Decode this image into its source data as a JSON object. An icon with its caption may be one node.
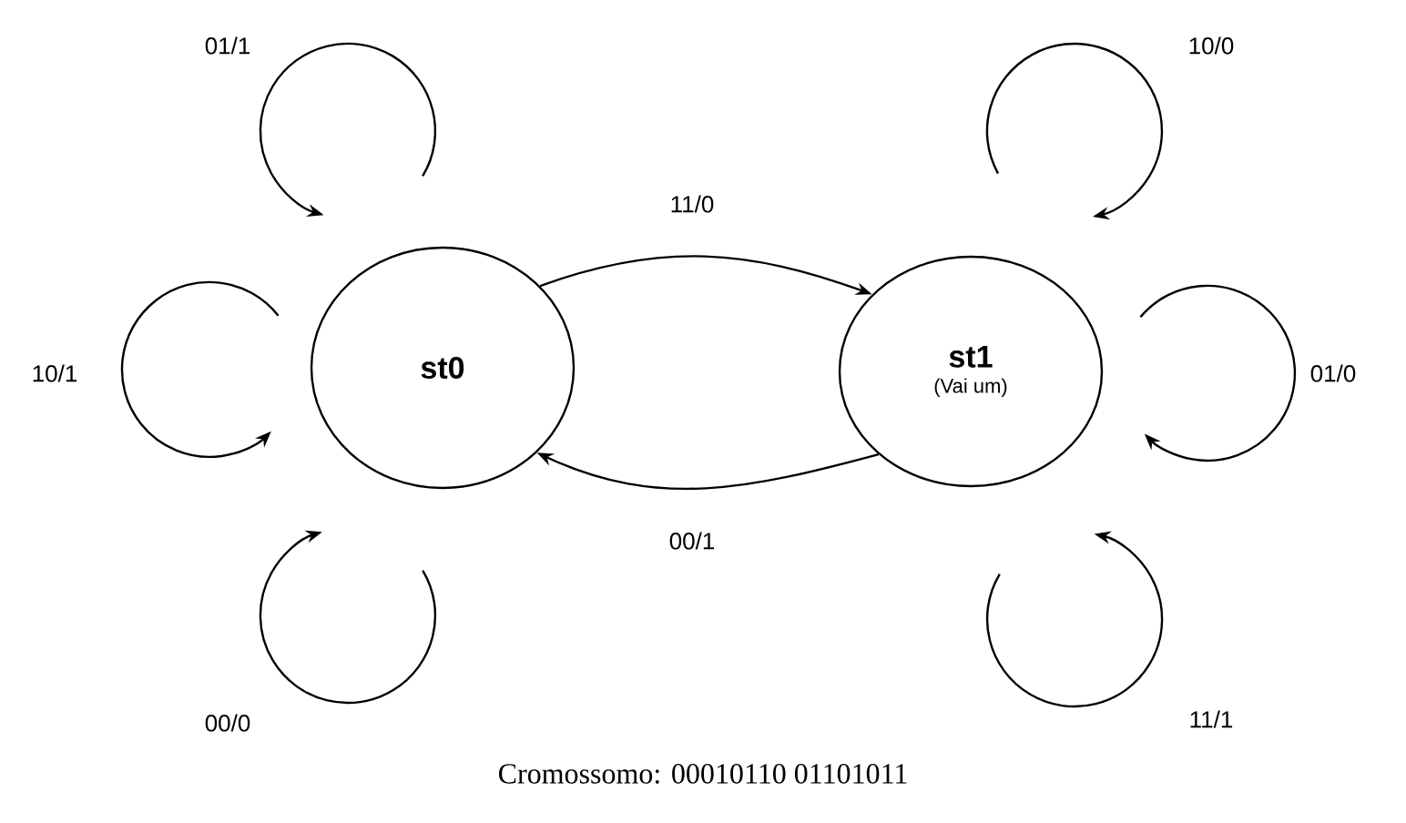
{
  "diagram": {
    "caption": "Cromossomo: 00010110 01101011",
    "nodes": [
      {
        "text": [
          "st0"
        ]
      },
      {
        "text": [
          "st1",
          "(Vai um)"
        ]
      }
    ],
    "edges": [
      {
        "from": 0,
        "to": 0,
        "arrow": "to",
        "label": "01/1"
      },
      {
        "from": 0,
        "to": 1,
        "arrow": "to",
        "label": "11/0"
      },
      {
        "from": 1,
        "to": 1,
        "arrow": "to",
        "label": "10/0"
      },
      {
        "from": 0,
        "to": 0,
        "arrow": "to",
        "label": "10/1"
      },
      {
        "from": 1,
        "to": 1,
        "arrow": "to",
        "label": "01/0"
      },
      {
        "from": 1,
        "to": 0,
        "arrow": "to",
        "label": "00/1"
      },
      {
        "from": 0,
        "to": 0,
        "arrow": "to",
        "label": "00/0"
      },
      {
        "from": 1,
        "to": 1,
        "arrow": "to",
        "label": "11/1"
      }
    ]
  }
}
